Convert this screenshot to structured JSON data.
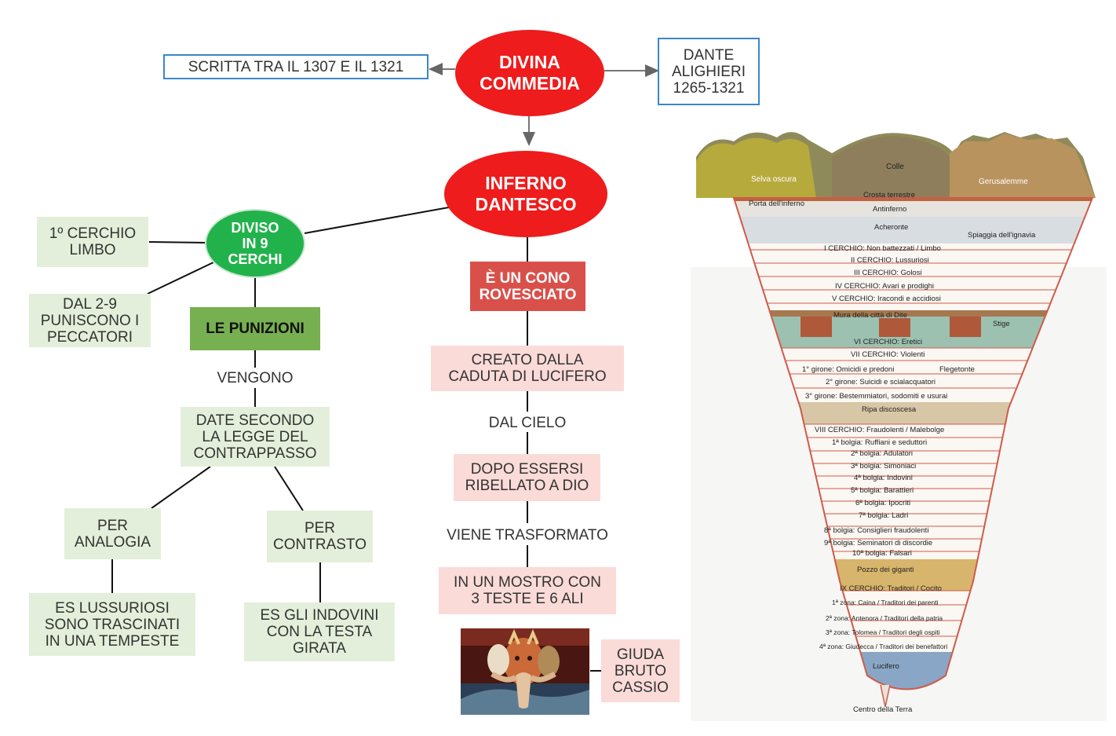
{
  "map": {
    "root": "DIVINA\nCOMMEDIA",
    "written": "SCRITTA TRA IL 1307 E IL 1321",
    "author": "DANTE\nALIGHIERI\n1265-1321",
    "inferno": "INFERNO\nDANTESCO",
    "diviso": "DIVISO\nIN 9\nCERCHI",
    "first_circle": "1º CERCHIO\nLIMBO",
    "circles_2_9": "DAL 2-9\nPUNISCONO I\nPECCATORI",
    "punizioni": "LE PUNIZIONI",
    "vengono": "VENGONO",
    "contrappasso": "DATE SECONDO\nLA LEGGE DEL\nCONTRAPPASSO",
    "analogia": "PER\nANALOGIA",
    "contrasto": "PER\nCONTRASTO",
    "example_analogia": "ES LUSSURIOSI\nSONO TRASCINATI\nIN UNA TEMPESTE",
    "example_contrasto": "ES GLI INDOVINI\nCON LA TESTA\nGIRATA",
    "cono": "È UN CONO\nROVESCIATO",
    "creato": "CREATO DALLA\nCADUTA DI LUCIFERO",
    "dal_cielo": "DAL CIELO",
    "ribellato": "DOPO ESSERSI\nRIBELLATO A DIO",
    "trasformato": "VIENE TRASFORMATO",
    "mostro": "IN UN MOSTRO CON\n3 TESTE E 6 ALI",
    "traditori": "GIUDA\nBRUTO\nCASSIO"
  },
  "inferno_map": {
    "selva": "Selva oscura",
    "colle": "Colle",
    "gerusalemme": "Gerusalemme",
    "crosta": "Crosta terrestre",
    "porta": "Porta dell'inferno",
    "antinferno": "Antinferno",
    "acheronte": "Acheronte",
    "spiaggia": "Spiaggia dell'ignavia",
    "c1": "I CERCHIO: Non battezzati / Limbo",
    "c2": "II CERCHIO: Lussuriosi",
    "c3": "III CERCHIO: Golosi",
    "c4": "IV CERCHIO: Avari e prodighi",
    "c5": "V CERCHIO: Iracondi e accidiosi",
    "mura": "Mura della città di Dite",
    "stige": "Stige",
    "c6": "VI CERCHIO: Eretici",
    "c7": "VII CERCHIO: Violenti",
    "flegetonte": "Flegetonte",
    "g1": "1° girone: Omicidi e predoni",
    "g2": "2° girone: Suicidi e scialacquatori",
    "g3": "3° girone: Bestemmiatori, sodomiti e usurai",
    "ripa": "Ripa discoscesa",
    "c8": "VIII CERCHIO: Fraudolenti / Malebolge",
    "b1": "1ª bolgia: Ruffiani e seduttori",
    "b2": "2ª bolgia: Adulatori",
    "b3": "3ª bolgia: Simoniaci",
    "b4": "4ª bolgia: Indovini",
    "b5": "5ª bolgia: Barattieri",
    "b6": "6ª bolgia: Ipocriti",
    "b7": "7ª bolgia: Ladri",
    "b8": "8ª bolgia: Consiglieri fraudolenti",
    "b9": "9ª bolgia: Seminatori di discordie",
    "b10": "10ª bolgia: Falsari",
    "pozzo": "Pozzo dei giganti",
    "c9": "IX CERCHIO: Traditori / Cocito",
    "z1": "1ª zona: Caina / Traditori dei parenti",
    "z2": "2ª zona: Antenora / Traditori della patria",
    "z3": "3ª zona: Tolomea / Traditori degli ospiti",
    "z4": "4ª zona: Giudecca / Traditori dei benefattori",
    "lucifero": "Lucifero",
    "centro": "Centro della Terra"
  },
  "colors": {
    "red": "#ee1c1c",
    "green": "#22b24c",
    "darkgreen_box": "#77b050",
    "cone_box": "#d9504b",
    "light_green": "#e3efda",
    "light_pink": "#fadbd8",
    "blue_border": "#3a87c8"
  }
}
